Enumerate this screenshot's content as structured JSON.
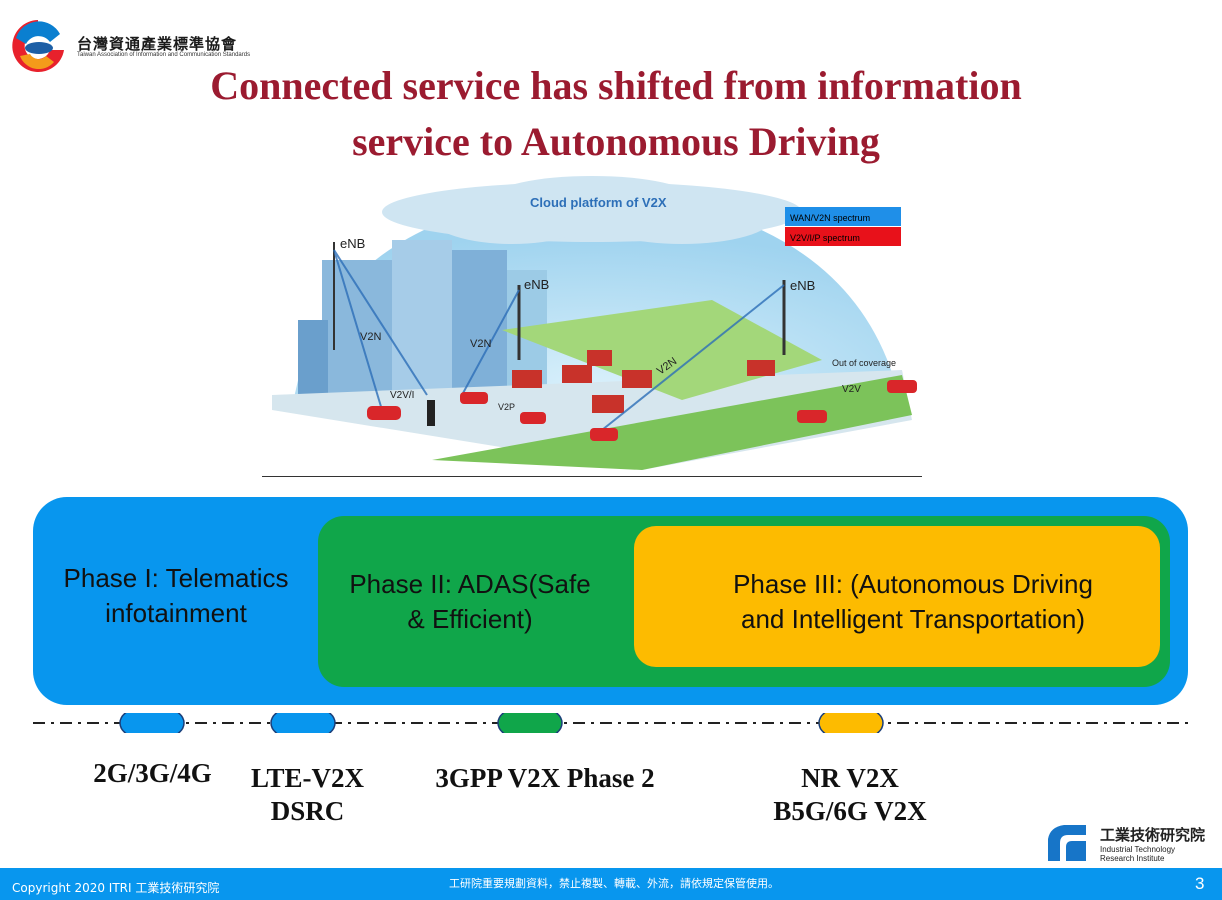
{
  "header": {
    "org_name_zh": "台灣資通產業標準協會",
    "org_name_en": "Taiwan Association of Information and Communication Standards"
  },
  "title": {
    "line1": "Connected service has shifted from information",
    "line2": "service to Autonomous Driving"
  },
  "illustration": {
    "cloud_label": "Cloud platform of V2X",
    "legend": [
      {
        "label": "WAN/V2N spectrum",
        "color": "#1f8fe8"
      },
      {
        "label": "V2V/I/P spectrum",
        "color": "#e8111a"
      }
    ],
    "enb_labels": [
      "eNB",
      "eNB",
      "eNB"
    ],
    "link_labels": [
      "V2N",
      "V2N",
      "V2N",
      "V2V/I",
      "V2P",
      "V2V"
    ],
    "coverage_label": "Out of coverage"
  },
  "phases": [
    {
      "line1": "Phase I: Telematics",
      "line2": "infotainment",
      "color": "#0896ee"
    },
    {
      "line1": "Phase II: ADAS(Safe",
      "line2": "& Efficient)",
      "color": "#10a64a"
    },
    {
      "line1": "Phase III: (Autonomous Driving",
      "line2": "and Intelligent Transportation)",
      "color": "#fdbb00"
    }
  ],
  "milestones": [
    {
      "line1": "2G/3G/4G",
      "line2": "",
      "color": "#0896ee"
    },
    {
      "line1": "LTE-V2X",
      "line2": "DSRC",
      "color": "#0896ee"
    },
    {
      "line1": "3GPP V2X Phase 2",
      "line2": "",
      "color": "#10a64a"
    },
    {
      "line1": "NR V2X",
      "line2": "B5G/6G V2X",
      "color": "#fdbb00"
    }
  ],
  "itri_logo": {
    "name_zh": "工業技術研究院",
    "name_en_line1": "Industrial Technology",
    "name_en_line2": "Research Institute"
  },
  "footer": {
    "copyright": "Copyright 2020 ITRI 工業技術研究院",
    "notice": "工研院重要規劃資料，禁止複製、轉載、外流，請依規定保管使用。",
    "page_number": "3"
  }
}
